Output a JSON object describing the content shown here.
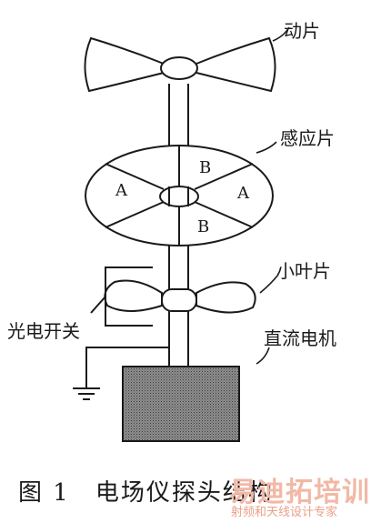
{
  "labels": {
    "moving_plate": "动片",
    "sensing_plate": "感应片",
    "small_blade": "小叶片",
    "photo_switch": "光电开关",
    "dc_motor": "直流电机"
  },
  "sectors": {
    "a_left": "A",
    "a_right": "A",
    "b_top": "B",
    "b_bottom": "B"
  },
  "caption": {
    "figure_number": "图 1",
    "title": "电场仪探头结构"
  },
  "watermark": {
    "brand": "易迪拓培训",
    "subtitle": "射频和天线设计专家"
  }
}
